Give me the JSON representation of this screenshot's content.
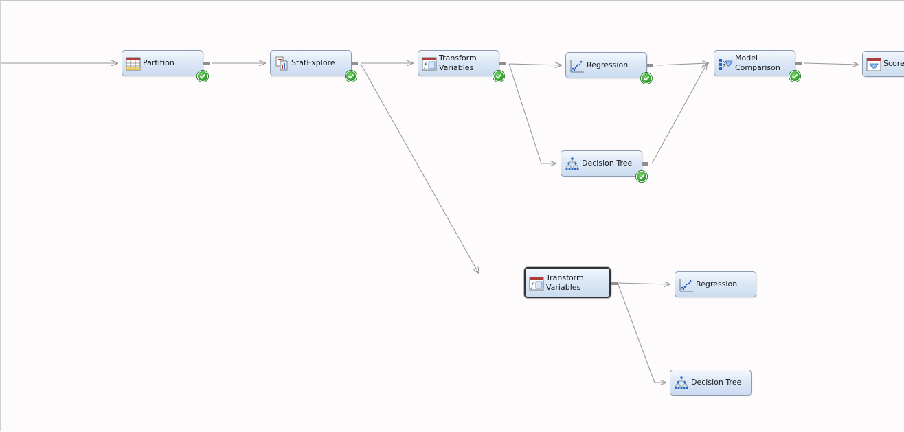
{
  "nodes": {
    "partition": {
      "label": "Partition",
      "icon": "partition-icon",
      "status": "completed"
    },
    "statexplore": {
      "label": "StatExplore",
      "icon": "statexplore-icon",
      "status": "completed"
    },
    "transform1": {
      "label": "Transform\nVariables",
      "icon": "transform-variables-icon",
      "status": "completed"
    },
    "regression1": {
      "label": "Regression",
      "icon": "regression-icon",
      "status": "completed"
    },
    "decision_tree1": {
      "label": "Decision Tree",
      "icon": "decision-tree-icon",
      "status": "completed"
    },
    "model_comparison": {
      "label": "Model\nComparison",
      "icon": "model-comparison-icon",
      "status": "completed"
    },
    "score": {
      "label": "Score",
      "icon": "score-icon",
      "status": "none"
    },
    "transform2": {
      "label": "Transform\nVariables",
      "icon": "transform-variables-icon",
      "status": "none",
      "selected": true
    },
    "regression2": {
      "label": "Regression",
      "icon": "regression-icon",
      "status": "none"
    },
    "decision_tree2": {
      "label": "Decision Tree",
      "icon": "decision-tree-icon",
      "status": "none"
    }
  },
  "colors": {
    "node_border": "#8a9bb3",
    "link": "#999999",
    "status_ok": "#2a9a2a"
  }
}
